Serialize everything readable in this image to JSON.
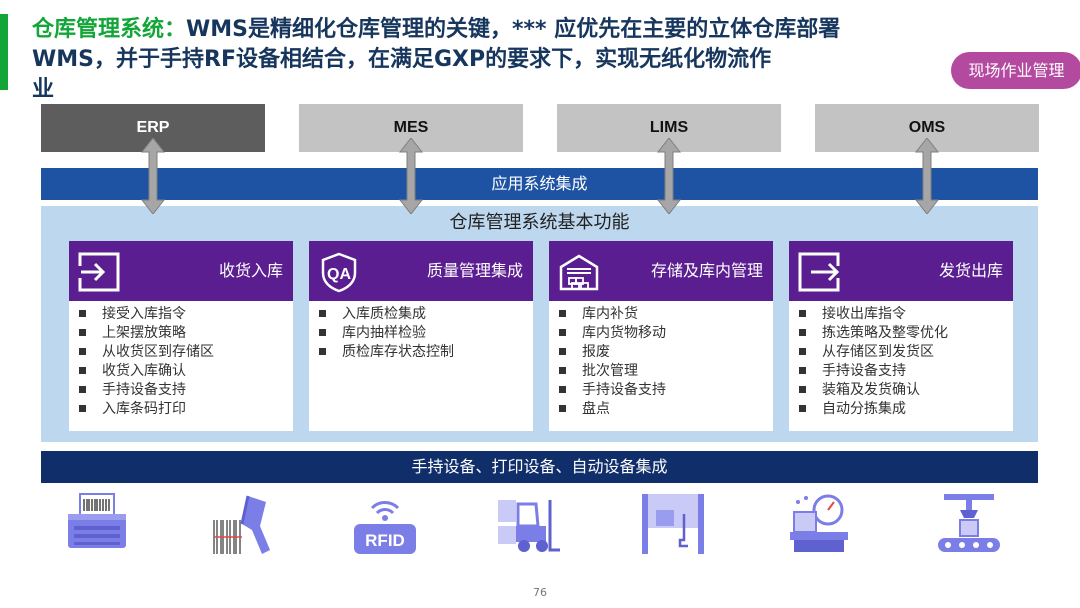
{
  "header": {
    "title_green": "仓库管理系统：",
    "title_line1": "WMS是精细化仓库管理的关键，*** 应优先在主要的立体仓库部署",
    "title_line2": "WMS，并于手持RF设备相结合，在满足GXP的要求下，实现无纸化物流作",
    "title_line3": "业",
    "tag": "现场作业管理"
  },
  "systems": [
    "ERP",
    "MES",
    "LIMS",
    "OMS"
  ],
  "integration_bar": "应用系统集成",
  "core_title": "仓库管理系统基本功能",
  "cards": [
    {
      "title": "收货入库",
      "icon": "login-icon",
      "items": [
        "接受入库指令",
        "上架摆放策略",
        "从收货区到存储区",
        "收货入库确认",
        "手持设备支持",
        "入库条码打印"
      ]
    },
    {
      "title": "质量管理集成",
      "icon": "qa-shield-icon",
      "items": [
        "入库质检集成",
        "库内抽样检验",
        "质检库存状态控制"
      ]
    },
    {
      "title": "存储及库内管理",
      "icon": "warehouse-icon",
      "items": [
        "库内补货",
        "库内货物移动",
        "报废",
        "批次管理",
        "手持设备支持",
        "盘点"
      ]
    },
    {
      "title": "发货出库",
      "icon": "logout-icon",
      "items": [
        "接收出库指令",
        "拣选策略及整零优化",
        "从存储区到发货区",
        "手持设备支持",
        "装箱及发货确认",
        "自动分拣集成"
      ]
    }
  ],
  "device_bar": "手持设备、打印设备、自动设备集成",
  "devices": [
    {
      "icon": "printer-icon"
    },
    {
      "icon": "barcode-scanner-icon"
    },
    {
      "icon": "rfid-icon",
      "label": "RFID"
    },
    {
      "icon": "forklift-icon"
    },
    {
      "icon": "shelving-icon"
    },
    {
      "icon": "weighing-scale-icon"
    },
    {
      "icon": "robot-arm-conveyor-icon"
    }
  ],
  "colors": {
    "green": "#13a538",
    "navy": "#17365d",
    "purple": "#5b1e90",
    "blue": "#1e52a3",
    "dark_blue": "#0f2e6a",
    "light_blue": "#bdd7ee",
    "tag": "#b44aa0",
    "device_blue": "#7b7ee6"
  },
  "page_number": "76"
}
